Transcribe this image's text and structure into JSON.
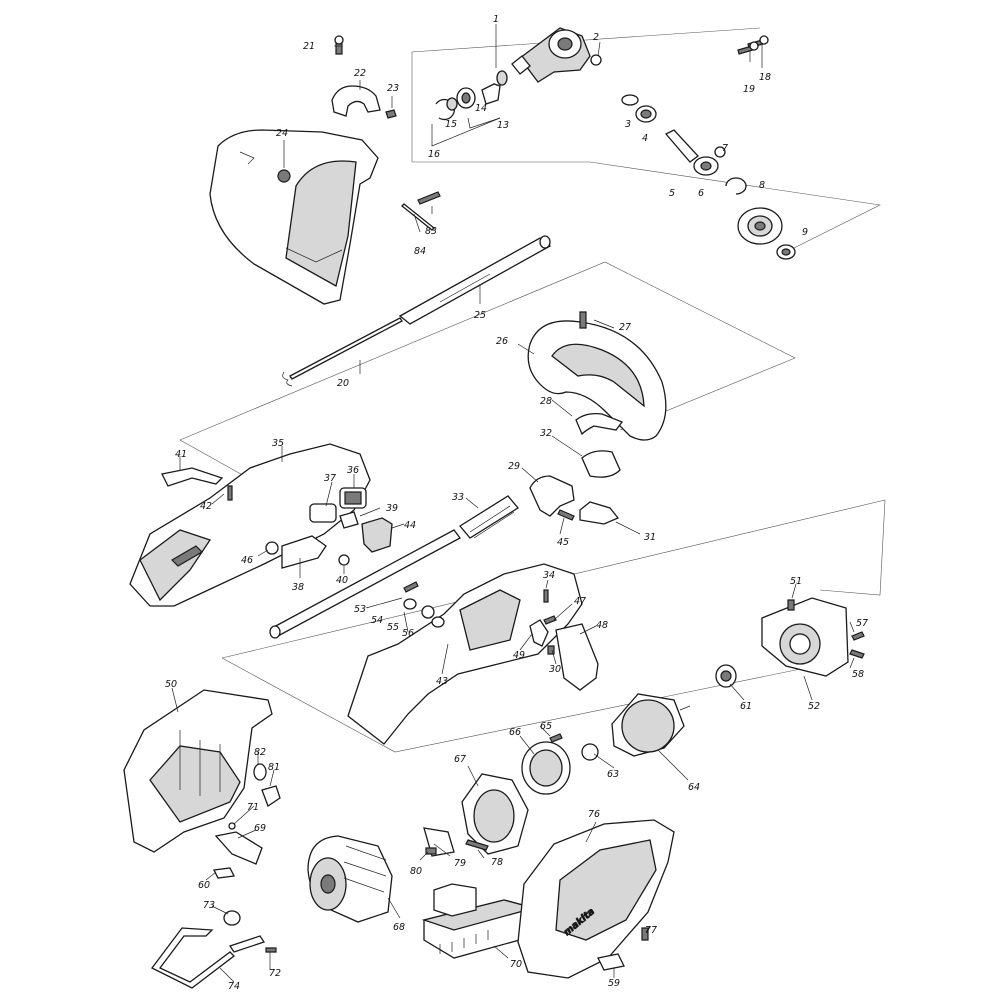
{
  "brand_text": "makita",
  "part_numbers": [
    "1",
    "2",
    "3",
    "4",
    "5",
    "6",
    "7",
    "8",
    "9",
    "13",
    "14",
    "15",
    "16",
    "18",
    "19",
    "20",
    "21",
    "22",
    "23",
    "24",
    "25",
    "26",
    "27",
    "28",
    "29",
    "30",
    "31",
    "32",
    "33",
    "34",
    "35",
    "36",
    "37",
    "38",
    "39",
    "40",
    "41",
    "42",
    "43",
    "44",
    "45",
    "46",
    "47",
    "48",
    "49",
    "50",
    "51",
    "52",
    "53",
    "54",
    "55",
    "56",
    "57",
    "58",
    "59",
    "60",
    "61",
    "63",
    "64",
    "65",
    "66",
    "67",
    "68",
    "69",
    "70",
    "71",
    "72",
    "73",
    "74",
    "76",
    "77",
    "78",
    "79",
    "80",
    "81",
    "82",
    "83",
    "84"
  ]
}
